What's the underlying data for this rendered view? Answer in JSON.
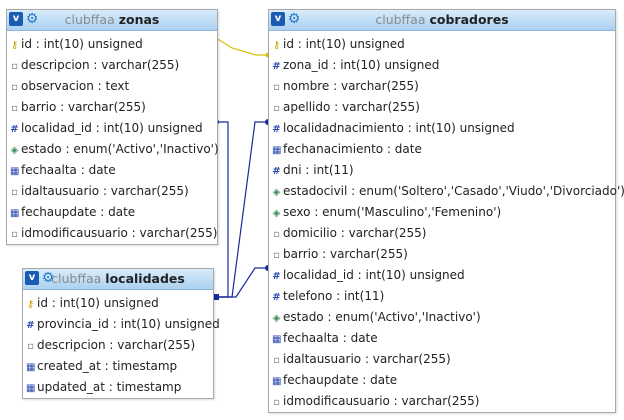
{
  "tables": [
    {
      "id": "zonas",
      "db": "clubffaa",
      "name": "zonas",
      "fields": [
        {
          "label": "id : int(10) unsigned",
          "icon": "key-icon"
        },
        {
          "label": "descripcion : varchar(255)",
          "icon": "text-field-icon"
        },
        {
          "label": "observacion : text",
          "icon": "text-field-icon"
        },
        {
          "label": "barrio : varchar(255)",
          "icon": "text-field-icon"
        },
        {
          "label": "localidad_id : int(10) unsigned",
          "icon": "numeric-field-icon"
        },
        {
          "label": "estado : enum('Activo','Inactivo')",
          "icon": "enum-field-icon"
        },
        {
          "label": "fechaalta : date",
          "icon": "date-field-icon"
        },
        {
          "label": "idaltausuario : varchar(255)",
          "icon": "text-field-icon"
        },
        {
          "label": "fechaupdate : date",
          "icon": "date-field-icon"
        },
        {
          "label": "idmodificausuario : varchar(255)",
          "icon": "text-field-icon"
        }
      ]
    },
    {
      "id": "localidades",
      "db": "clubffaa",
      "name": "localidades",
      "fields": [
        {
          "label": "id : int(10) unsigned",
          "icon": "key-icon"
        },
        {
          "label": "provincia_id : int(10) unsigned",
          "icon": "numeric-field-icon"
        },
        {
          "label": "descripcion : varchar(255)",
          "icon": "text-field-icon"
        },
        {
          "label": "created_at : timestamp",
          "icon": "date-field-icon"
        },
        {
          "label": "updated_at : timestamp",
          "icon": "date-field-icon"
        }
      ]
    },
    {
      "id": "cobradores",
      "db": "clubffaa",
      "name": "cobradores",
      "fields": [
        {
          "label": "id : int(10) unsigned",
          "icon": "key-icon"
        },
        {
          "label": "zona_id : int(10) unsigned",
          "icon": "numeric-field-icon"
        },
        {
          "label": "nombre : varchar(255)",
          "icon": "text-field-icon"
        },
        {
          "label": "apellido : varchar(255)",
          "icon": "text-field-icon"
        },
        {
          "label": "localidadnacimiento : int(10) unsigned",
          "icon": "numeric-field-icon"
        },
        {
          "label": "fechanacimiento : date",
          "icon": "date-field-icon"
        },
        {
          "label": "dni : int(11)",
          "icon": "numeric-field-icon"
        },
        {
          "label": "estadocivil : enum('Soltero','Casado','Viudo','Divorciado')",
          "icon": "enum-field-icon"
        },
        {
          "label": "sexo : enum('Masculino','Femenino')",
          "icon": "enum-field-icon"
        },
        {
          "label": "domicilio : varchar(255)",
          "icon": "text-field-icon"
        },
        {
          "label": "barrio : varchar(255)",
          "icon": "text-field-icon"
        },
        {
          "label": "localidad_id : int(10) unsigned",
          "icon": "numeric-field-icon"
        },
        {
          "label": "telefono : int(11)",
          "icon": "numeric-field-icon"
        },
        {
          "label": "estado : enum('Activo','Inactivo')",
          "icon": "enum-field-icon"
        },
        {
          "label": "fechaalta : date",
          "icon": "date-field-icon"
        },
        {
          "label": "idaltausuario : varchar(255)",
          "icon": "text-field-icon"
        },
        {
          "label": "fechaupdate : date",
          "icon": "date-field-icon"
        },
        {
          "label": "idmodificausuario : varchar(255)",
          "icon": "text-field-icon"
        }
      ]
    }
  ],
  "relations": [
    {
      "from": "zonas.id",
      "to": "cobradores.zona_id",
      "color": "#d4c200"
    },
    {
      "from": "localidades.id",
      "to": "zonas.localidad_id",
      "color": "#1a2a9a"
    },
    {
      "from": "localidades.id",
      "to": "cobradores.localidadnacimiento",
      "color": "#1a2a9a"
    },
    {
      "from": "localidades.id",
      "to": "cobradores.localidad_id",
      "color": "#1a2a9a"
    }
  ],
  "toggle_symbol": "v",
  "gear_symbol": "⚙"
}
